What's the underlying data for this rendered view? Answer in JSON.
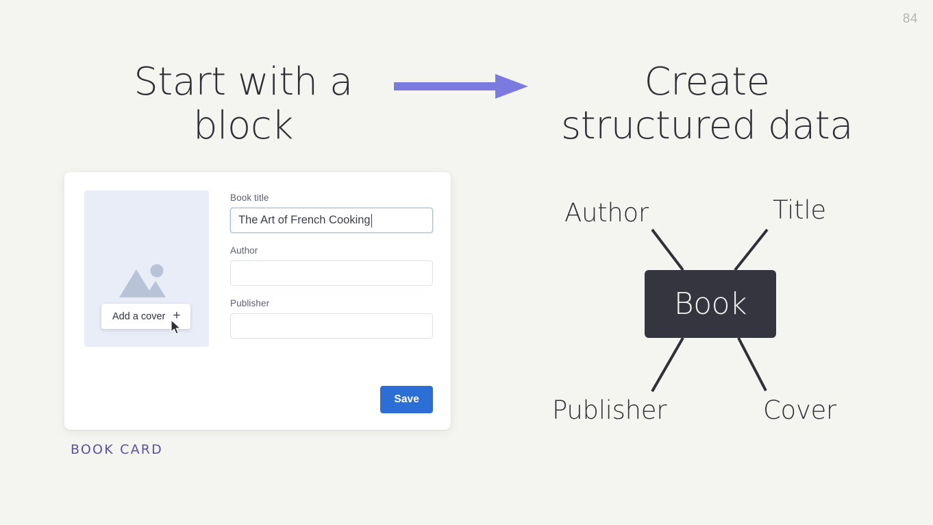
{
  "slide": {
    "page_number": "84",
    "background_color": "#f4f5f0"
  },
  "headings": {
    "left": "Start with a\nblock",
    "right": "Create\nstructured data"
  },
  "arrow": {
    "name": "right-arrow",
    "color": "#7b7ade"
  },
  "book_card": {
    "caption": "BOOK CARD",
    "caption_color": "#5b4fa8",
    "cover": {
      "placeholder_icon": "image-placeholder-icon",
      "add_cover_label": "Add a cover",
      "add_cover_plus": "+",
      "background_color": "#e9edf7"
    },
    "fields": [
      {
        "label": "Book title",
        "value": "The Art of French Cooking",
        "placeholder": "",
        "focused": true
      },
      {
        "label": "Author",
        "value": "",
        "placeholder": "",
        "focused": false
      },
      {
        "label": "Publisher",
        "value": "",
        "placeholder": "",
        "focused": false
      }
    ],
    "save_label": "Save",
    "save_color": "#2b6ed6"
  },
  "diagram": {
    "center_node": "Book",
    "center_color": "#35353f",
    "nodes": [
      {
        "label": "Author",
        "position": "top-left"
      },
      {
        "label": "Title",
        "position": "top-right"
      },
      {
        "label": "Publisher",
        "position": "bottom-left"
      },
      {
        "label": "Cover",
        "position": "bottom-right"
      }
    ]
  }
}
